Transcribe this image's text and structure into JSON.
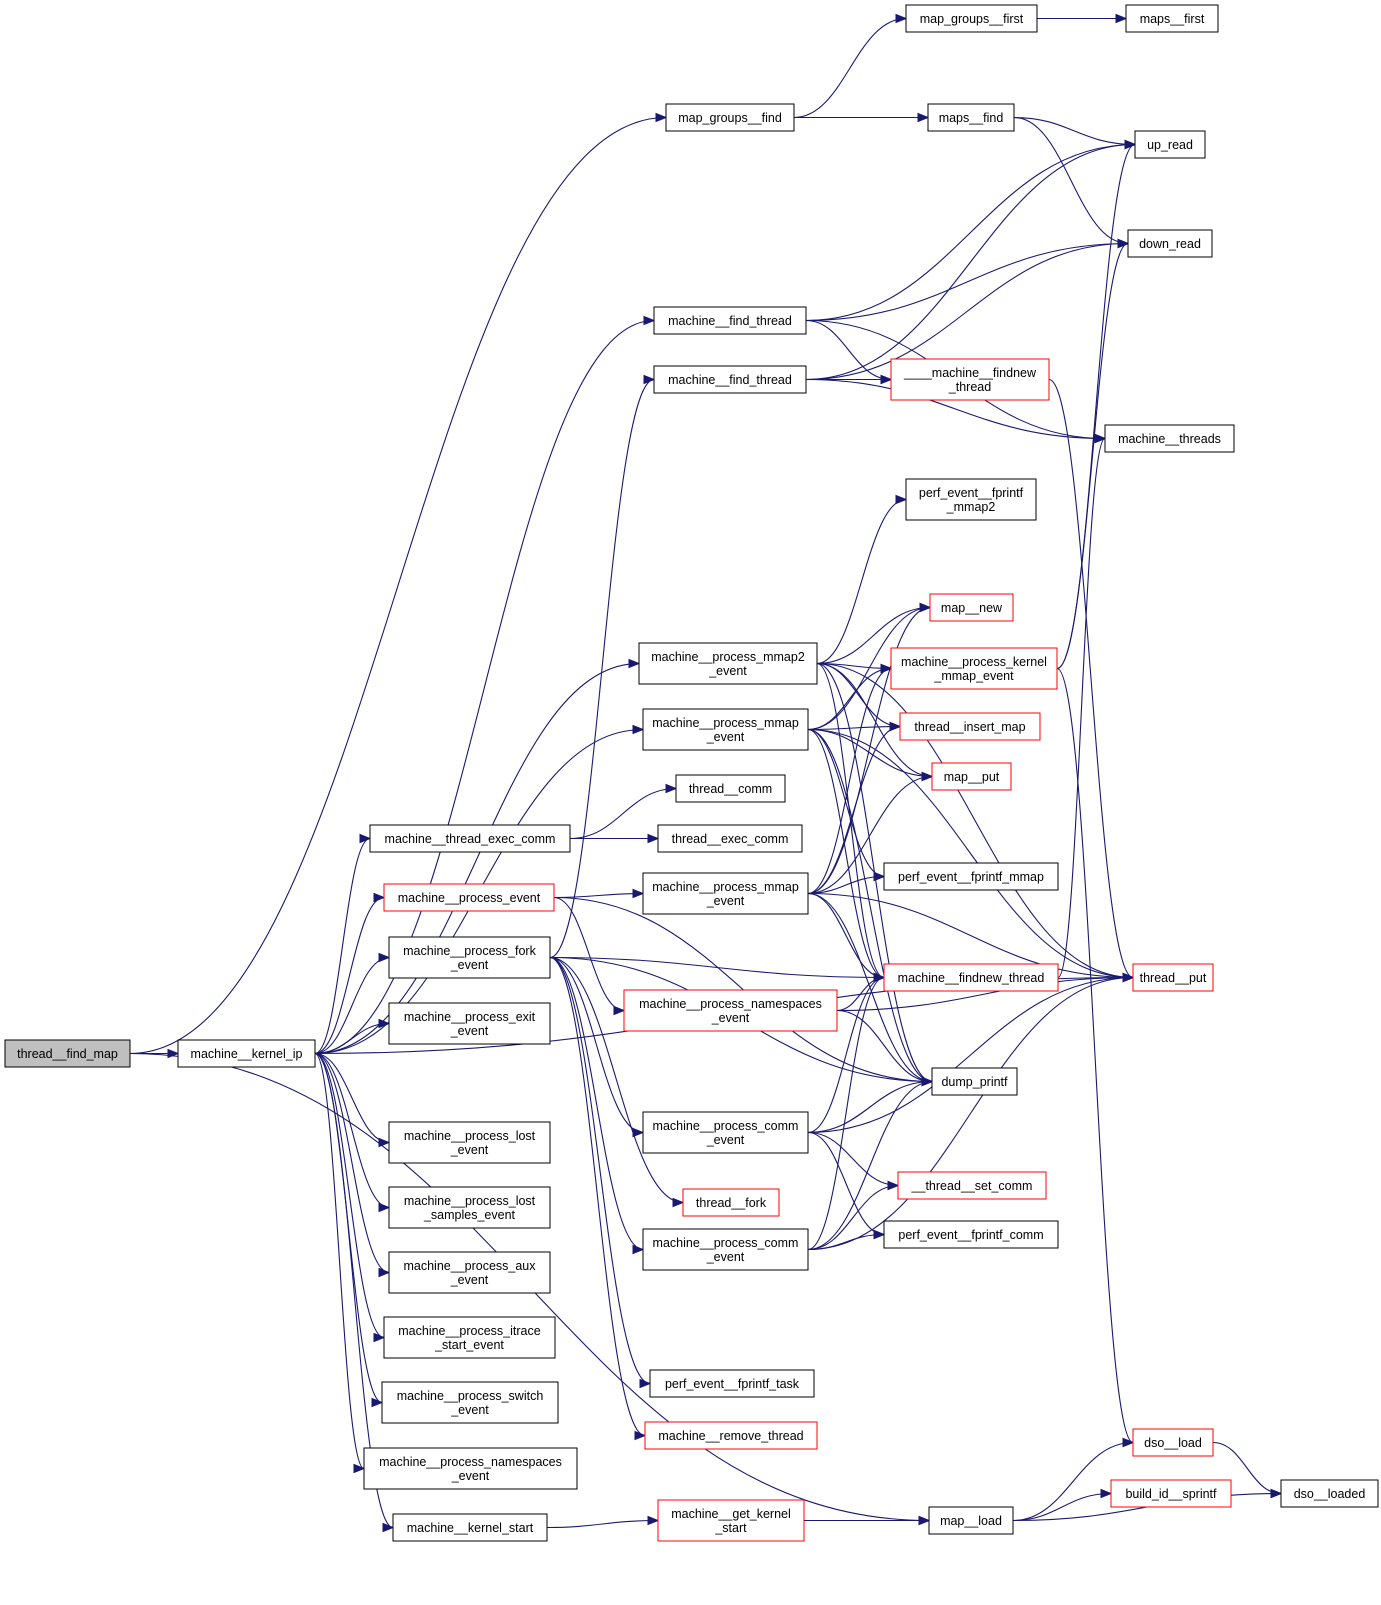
{
  "title": "thread__find_map call graph",
  "colors": {
    "edge": "#191970",
    "node_border": "#000000",
    "node_border_undocumented": "#ff0000",
    "root_fill": "#bfbfbf"
  },
  "nodes": [
    {
      "id": "thread_find_map",
      "lines": [
        "thread__find_map"
      ],
      "style": "root"
    },
    {
      "id": "machine_kernel_ip",
      "lines": [
        "machine__kernel_ip"
      ],
      "style": "normal"
    },
    {
      "id": "map_groups_find",
      "lines": [
        "map_groups__find"
      ],
      "style": "normal"
    },
    {
      "id": "map_groups_first",
      "lines": [
        "map_groups__first"
      ],
      "style": "normal"
    },
    {
      "id": "maps_first",
      "lines": [
        "maps__first"
      ],
      "style": "normal"
    },
    {
      "id": "maps_find",
      "lines": [
        "maps__find"
      ],
      "style": "normal"
    },
    {
      "id": "up_read",
      "lines": [
        "up_read"
      ],
      "style": "normal"
    },
    {
      "id": "down_read",
      "lines": [
        "down_read"
      ],
      "style": "normal"
    },
    {
      "id": "machine_find_thread_a",
      "lines": [
        "machine__find_thread"
      ],
      "style": "normal"
    },
    {
      "id": "machine_find_thread_b",
      "lines": [
        "machine__find_thread"
      ],
      "style": "normal"
    },
    {
      "id": "machine_findnew_thread_internal",
      "lines": [
        "____machine__findnew",
        "_thread"
      ],
      "style": "red"
    },
    {
      "id": "machine_threads",
      "lines": [
        "machine__threads"
      ],
      "style": "normal"
    },
    {
      "id": "perf_event_fprintf_mmap2",
      "lines": [
        "perf_event__fprintf",
        "_mmap2"
      ],
      "style": "normal"
    },
    {
      "id": "map_new",
      "lines": [
        "map__new"
      ],
      "style": "red"
    },
    {
      "id": "machine_process_mmap2_event",
      "lines": [
        "machine__process_mmap2",
        "_event"
      ],
      "style": "normal"
    },
    {
      "id": "machine_process_kernel_mmap_event",
      "lines": [
        "machine__process_kernel",
        "_mmap_event"
      ],
      "style": "red"
    },
    {
      "id": "machine_process_mmap_event_a",
      "lines": [
        "machine__process_mmap",
        "_event"
      ],
      "style": "normal"
    },
    {
      "id": "thread_insert_map",
      "lines": [
        "thread__insert_map"
      ],
      "style": "red"
    },
    {
      "id": "map_put",
      "lines": [
        "map__put"
      ],
      "style": "red"
    },
    {
      "id": "thread_comm",
      "lines": [
        "thread__comm"
      ],
      "style": "normal"
    },
    {
      "id": "machine_thread_exec_comm",
      "lines": [
        "machine__thread_exec_comm"
      ],
      "style": "normal"
    },
    {
      "id": "thread_exec_comm",
      "lines": [
        "thread__exec_comm"
      ],
      "style": "normal"
    },
    {
      "id": "machine_process_event",
      "lines": [
        "machine__process_event"
      ],
      "style": "red"
    },
    {
      "id": "machine_process_mmap_event_b",
      "lines": [
        "machine__process_mmap",
        "_event"
      ],
      "style": "normal"
    },
    {
      "id": "perf_event_fprintf_mmap",
      "lines": [
        "perf_event__fprintf_mmap"
      ],
      "style": "normal"
    },
    {
      "id": "machine_process_fork_event",
      "lines": [
        "machine__process_fork",
        "_event"
      ],
      "style": "normal"
    },
    {
      "id": "machine_findnew_thread",
      "lines": [
        "machine__findnew_thread"
      ],
      "style": "red"
    },
    {
      "id": "thread_put",
      "lines": [
        "thread__put"
      ],
      "style": "red"
    },
    {
      "id": "machine_process_namespaces_event_a",
      "lines": [
        "machine__process_namespaces",
        "_event"
      ],
      "style": "red"
    },
    {
      "id": "machine_process_exit_event",
      "lines": [
        "machine__process_exit",
        "_event"
      ],
      "style": "normal"
    },
    {
      "id": "dump_printf",
      "lines": [
        "dump_printf"
      ],
      "style": "normal"
    },
    {
      "id": "machine_process_comm_event_a",
      "lines": [
        "machine__process_comm",
        "_event"
      ],
      "style": "normal"
    },
    {
      "id": "machine_process_lost_event",
      "lines": [
        "machine__process_lost",
        "_event"
      ],
      "style": "normal"
    },
    {
      "id": "thread_set_comm",
      "lines": [
        "__thread__set_comm"
      ],
      "style": "red"
    },
    {
      "id": "thread_fork",
      "lines": [
        "thread__fork"
      ],
      "style": "red"
    },
    {
      "id": "machine_process_lost_samples_event",
      "lines": [
        "machine__process_lost",
        "_samples_event"
      ],
      "style": "normal"
    },
    {
      "id": "perf_event_fprintf_comm",
      "lines": [
        "perf_event__fprintf_comm"
      ],
      "style": "normal"
    },
    {
      "id": "machine_process_comm_event_b",
      "lines": [
        "machine__process_comm",
        "_event"
      ],
      "style": "normal"
    },
    {
      "id": "machine_process_aux_event",
      "lines": [
        "machine__process_aux",
        "_event"
      ],
      "style": "normal"
    },
    {
      "id": "machine_process_itrace_start_event",
      "lines": [
        "machine__process_itrace",
        "_start_event"
      ],
      "style": "normal"
    },
    {
      "id": "perf_event_fprintf_task",
      "lines": [
        "perf_event__fprintf_task"
      ],
      "style": "normal"
    },
    {
      "id": "machine_process_switch_event",
      "lines": [
        "machine__process_switch",
        "_event"
      ],
      "style": "normal"
    },
    {
      "id": "machine_remove_thread",
      "lines": [
        "machine__remove_thread"
      ],
      "style": "red"
    },
    {
      "id": "dso_load",
      "lines": [
        "dso__load"
      ],
      "style": "red"
    },
    {
      "id": "machine_process_namespaces_event_b",
      "lines": [
        "machine__process_namespaces",
        "_event"
      ],
      "style": "normal"
    },
    {
      "id": "dso_loaded",
      "lines": [
        "dso__loaded"
      ],
      "style": "normal"
    },
    {
      "id": "build_id_sprintf",
      "lines": [
        "build_id__sprintf"
      ],
      "style": "red"
    },
    {
      "id": "machine_kernel_start",
      "lines": [
        "machine__kernel_start"
      ],
      "style": "normal"
    },
    {
      "id": "machine_get_kernel_start",
      "lines": [
        "machine__get_kernel",
        "_start"
      ],
      "style": "red"
    },
    {
      "id": "map_load",
      "lines": [
        "map__load"
      ],
      "style": "normal"
    }
  ],
  "edges": [
    [
      "thread_find_map",
      "machine_kernel_ip"
    ],
    [
      "thread_find_map",
      "map_groups_find"
    ],
    [
      "thread_find_map",
      "map_load"
    ],
    [
      "map_groups_find",
      "map_groups_first"
    ],
    [
      "map_groups_find",
      "maps_find"
    ],
    [
      "map_groups_first",
      "maps_first"
    ],
    [
      "maps_find",
      "up_read"
    ],
    [
      "maps_find",
      "down_read"
    ],
    [
      "machine_kernel_ip",
      "machine_find_thread_a"
    ],
    [
      "machine_kernel_ip",
      "machine_process_mmap2_event"
    ],
    [
      "machine_kernel_ip",
      "machine_process_mmap_event_a"
    ],
    [
      "machine_kernel_ip",
      "machine_thread_exec_comm"
    ],
    [
      "machine_kernel_ip",
      "machine_process_event"
    ],
    [
      "machine_kernel_ip",
      "machine_process_fork_event"
    ],
    [
      "machine_kernel_ip",
      "machine_process_exit_event"
    ],
    [
      "machine_kernel_ip",
      "machine_process_lost_event"
    ],
    [
      "machine_kernel_ip",
      "machine_process_lost_samples_event"
    ],
    [
      "machine_kernel_ip",
      "machine_process_aux_event"
    ],
    [
      "machine_kernel_ip",
      "machine_process_itrace_start_event"
    ],
    [
      "machine_kernel_ip",
      "machine_process_switch_event"
    ],
    [
      "machine_kernel_ip",
      "machine_process_namespaces_event_b"
    ],
    [
      "machine_kernel_ip",
      "machine_kernel_start"
    ],
    [
      "machine_kernel_ip",
      "thread_put"
    ],
    [
      "machine_find_thread_a",
      "up_read"
    ],
    [
      "machine_find_thread_a",
      "down_read"
    ],
    [
      "machine_find_thread_a",
      "machine_findnew_thread_internal"
    ],
    [
      "machine_find_thread_a",
      "machine_threads"
    ],
    [
      "machine_find_thread_b",
      "up_read"
    ],
    [
      "machine_find_thread_b",
      "down_read"
    ],
    [
      "machine_find_thread_b",
      "machine_findnew_thread_internal"
    ],
    [
      "machine_find_thread_b",
      "machine_threads"
    ],
    [
      "machine_findnew_thread_internal",
      "thread_put"
    ],
    [
      "machine_process_mmap2_event",
      "perf_event_fprintf_mmap2"
    ],
    [
      "machine_process_mmap2_event",
      "map_new"
    ],
    [
      "machine_process_mmap2_event",
      "machine_process_kernel_mmap_event"
    ],
    [
      "machine_process_mmap2_event",
      "thread_insert_map"
    ],
    [
      "machine_process_mmap2_event",
      "map_put"
    ],
    [
      "machine_process_mmap2_event",
      "machine_findnew_thread"
    ],
    [
      "machine_process_mmap2_event",
      "thread_put"
    ],
    [
      "machine_process_mmap2_event",
      "dump_printf"
    ],
    [
      "machine_process_mmap_event_a",
      "map_new"
    ],
    [
      "machine_process_mmap_event_a",
      "machine_process_kernel_mmap_event"
    ],
    [
      "machine_process_mmap_event_a",
      "thread_insert_map"
    ],
    [
      "machine_process_mmap_event_a",
      "map_put"
    ],
    [
      "machine_process_mmap_event_a",
      "perf_event_fprintf_mmap"
    ],
    [
      "machine_process_mmap_event_a",
      "machine_findnew_thread"
    ],
    [
      "machine_process_mmap_event_a",
      "thread_put"
    ],
    [
      "machine_process_mmap_event_a",
      "dump_printf"
    ],
    [
      "machine_process_kernel_mmap_event",
      "up_read"
    ],
    [
      "machine_process_kernel_mmap_event",
      "down_read"
    ],
    [
      "machine_process_kernel_mmap_event",
      "dso_load"
    ],
    [
      "machine_thread_exec_comm",
      "thread_comm"
    ],
    [
      "machine_thread_exec_comm",
      "thread_exec_comm"
    ],
    [
      "machine_process_event",
      "machine_process_mmap_event_b"
    ],
    [
      "machine_process_event",
      "machine_process_namespaces_event_a"
    ],
    [
      "machine_process_event",
      "dump_printf"
    ],
    [
      "machine_process_mmap_event_b",
      "map_new"
    ],
    [
      "machine_process_mmap_event_b",
      "machine_process_kernel_mmap_event"
    ],
    [
      "machine_process_mmap_event_b",
      "thread_insert_map"
    ],
    [
      "machine_process_mmap_event_b",
      "map_put"
    ],
    [
      "machine_process_mmap_event_b",
      "perf_event_fprintf_mmap"
    ],
    [
      "machine_process_mmap_event_b",
      "machine_findnew_thread"
    ],
    [
      "machine_process_mmap_event_b",
      "thread_put"
    ],
    [
      "machine_process_mmap_event_b",
      "dump_printf"
    ],
    [
      "machine_process_fork_event",
      "machine_find_thread_b"
    ],
    [
      "machine_process_fork_event",
      "machine_findnew_thread"
    ],
    [
      "machine_process_fork_event",
      "machine_process_comm_event_a"
    ],
    [
      "machine_process_fork_event",
      "dump_printf"
    ],
    [
      "machine_process_fork_event",
      "thread_fork"
    ],
    [
      "machine_process_fork_event",
      "machine_process_comm_event_b"
    ],
    [
      "machine_process_fork_event",
      "perf_event_fprintf_task"
    ],
    [
      "machine_process_fork_event",
      "machine_remove_thread"
    ],
    [
      "machine_findnew_thread",
      "machine_threads"
    ],
    [
      "machine_process_namespaces_event_a",
      "machine_findnew_thread"
    ],
    [
      "machine_process_namespaces_event_a",
      "thread_put"
    ],
    [
      "machine_process_namespaces_event_a",
      "dump_printf"
    ],
    [
      "machine_process_comm_event_a",
      "machine_findnew_thread"
    ],
    [
      "machine_process_comm_event_a",
      "dump_printf"
    ],
    [
      "machine_process_comm_event_a",
      "thread_put"
    ],
    [
      "machine_process_comm_event_a",
      "thread_set_comm"
    ],
    [
      "machine_process_comm_event_a",
      "perf_event_fprintf_comm"
    ],
    [
      "machine_process_comm_event_b",
      "machine_findnew_thread"
    ],
    [
      "machine_process_comm_event_b",
      "dump_printf"
    ],
    [
      "machine_process_comm_event_b",
      "thread_set_comm"
    ],
    [
      "machine_process_comm_event_b",
      "perf_event_fprintf_comm"
    ],
    [
      "machine_process_comm_event_b",
      "thread_put"
    ],
    [
      "machine_kernel_start",
      "machine_get_kernel_start"
    ],
    [
      "machine_get_kernel_start",
      "map_load"
    ],
    [
      "map_load",
      "dso_load"
    ],
    [
      "map_load",
      "build_id_sprintf"
    ],
    [
      "map_load",
      "dso_loaded"
    ],
    [
      "dso_load",
      "dso_loaded"
    ]
  ]
}
